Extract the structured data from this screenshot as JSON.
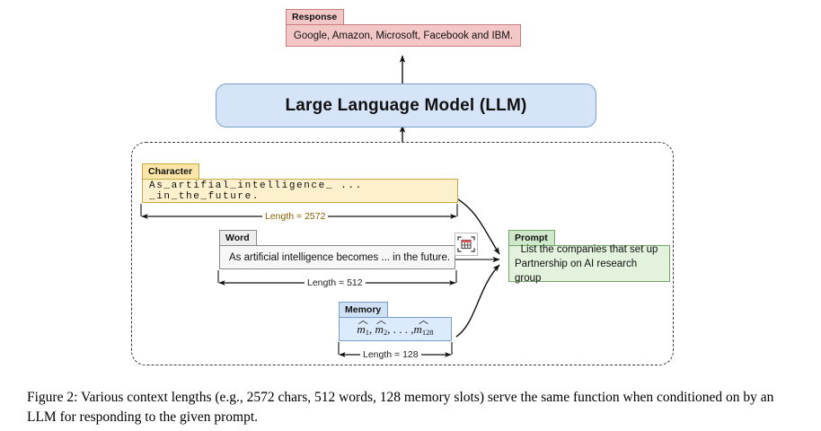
{
  "figure": {
    "caption": "Figure 2: Various context lengths (e.g., 2572 chars, 512 words, 128 memory slots) serve the same function when conditioned on by an LLM for responding to the given prompt."
  },
  "response": {
    "tab_label": "Response",
    "text": "Google, Amazon, Microsoft, Facebook and IBM.",
    "fill": "#f4c7c7",
    "border": "#c87c7c"
  },
  "llm": {
    "label": "Large Language Model (LLM)",
    "fill": "#d6e4f7",
    "border": "#7a9ec9"
  },
  "context": {
    "rows": [
      {
        "tab_label": "Character",
        "text": "As_artifial_intelligence_ ... _in_the_future.",
        "length_label": "Length = 2572",
        "length_value": 2572,
        "unit": "chars",
        "fill": "#fdf1cd",
        "border": "#c8a93f"
      },
      {
        "tab_label": "Word",
        "text": "As artificial intelligence becomes ... in the future.",
        "length_label": "Length = 512",
        "length_value": 512,
        "unit": "words",
        "fill": "#f7f7f7",
        "border": "#8a8a8a"
      },
      {
        "tab_label": "Memory",
        "text": "m̃1, m̃2, . . . , m̃128",
        "math": {
          "m1": "m",
          "m1_sub": "1",
          "m2": "m",
          "m2_sub": "2",
          "sep": ", . . . ,",
          "m3": "m",
          "m3_sub": "128",
          "tilde": "︿"
        },
        "length_label": "Length = 128",
        "length_value": 128,
        "unit": "memory slots",
        "fill": "#dcebfb",
        "border": "#7a9ec9"
      }
    ]
  },
  "prompt": {
    "tab_label": "Prompt",
    "line1": "List the companies that set up",
    "line2": "Partnership on AI research group",
    "fill": "#e2f2dd",
    "border": "#72a566"
  },
  "icons": {
    "scan_table": "scan-table-icon"
  }
}
